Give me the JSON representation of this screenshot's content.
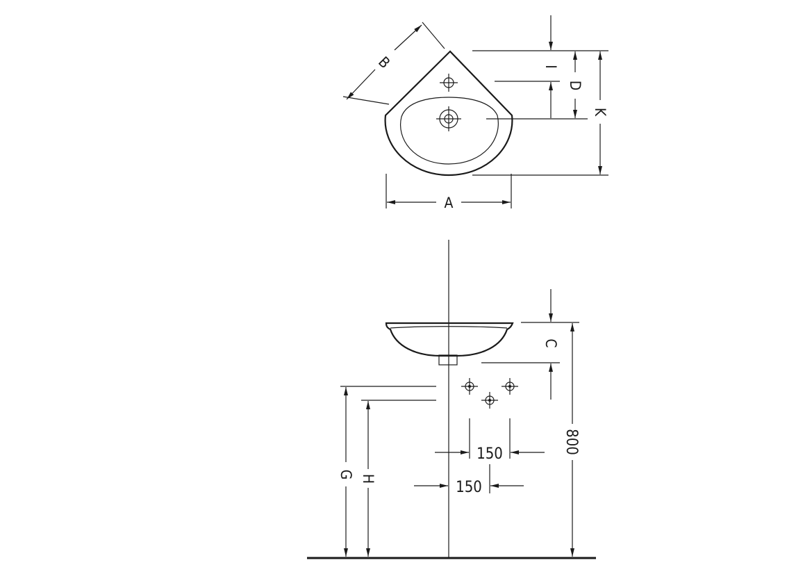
{
  "top_view": {
    "labels": {
      "a": "A",
      "b": "B",
      "d": "D",
      "i": "I",
      "k": "K"
    }
  },
  "front_view": {
    "labels": {
      "c": "C",
      "g": "G",
      "h": "H"
    },
    "dims": {
      "overall_height": "800",
      "spacing_upper": "150",
      "spacing_lower": "150"
    }
  }
}
